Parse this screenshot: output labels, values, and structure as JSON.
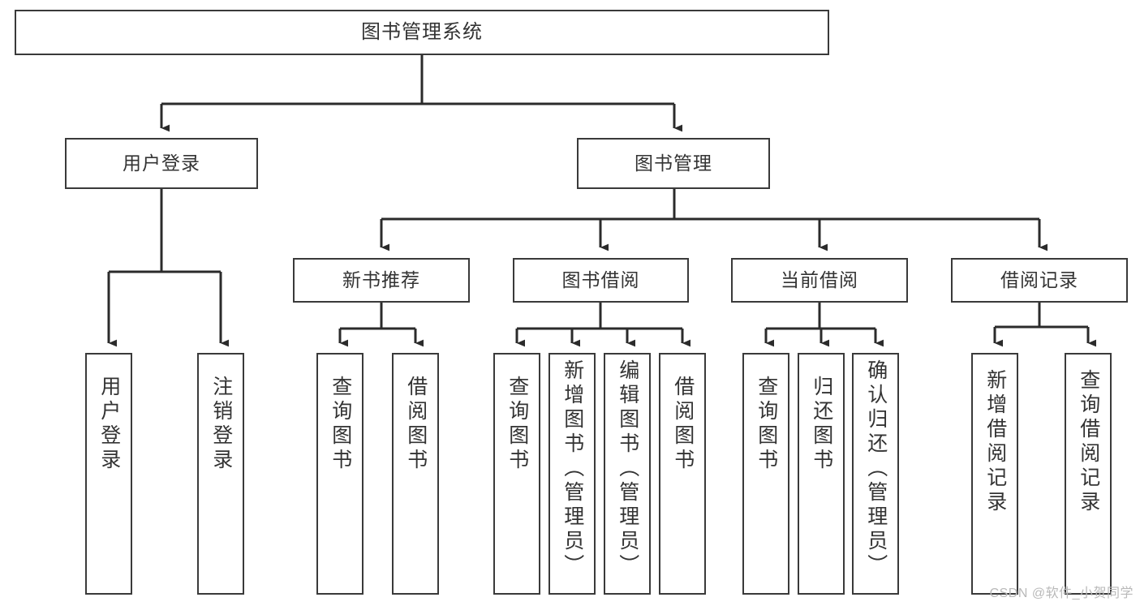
{
  "diagram": {
    "title": "图书管理系统",
    "type": "hierarchy-tree",
    "watermark": "CSDN @软件_小贺同学",
    "colors": {
      "box_border": "#3a3a3a",
      "box_fill": "#ffffff",
      "connector": "#2b2b2b",
      "text": "#333333",
      "watermark": "#b9b9b9"
    },
    "levels": {
      "root": {
        "label": "图书管理系统"
      },
      "level2": [
        {
          "label": "用户登录"
        },
        {
          "label": "图书管理"
        }
      ],
      "level3": [
        {
          "label": "新书推荐"
        },
        {
          "label": "图书借阅"
        },
        {
          "label": "当前借阅"
        },
        {
          "label": "借阅记录"
        }
      ],
      "leaves": {
        "user_login": [
          {
            "label": "用户登录"
          },
          {
            "label": "注销登录"
          }
        ],
        "new_book_recommend": [
          {
            "label": "查询图书"
          },
          {
            "label": "借阅图书"
          }
        ],
        "book_borrow": [
          {
            "label": "查询图书"
          },
          {
            "label": "新增图书（管理员）"
          },
          {
            "label": "编辑图书（管理员）"
          },
          {
            "label": "借阅图书"
          }
        ],
        "current_borrow": [
          {
            "label": "查询图书"
          },
          {
            "label": "归还图书"
          },
          {
            "label": "确认归还（管理员）"
          }
        ],
        "borrow_record": [
          {
            "label": "新增借阅记录"
          },
          {
            "label": "查询借阅记录"
          }
        ]
      }
    }
  }
}
